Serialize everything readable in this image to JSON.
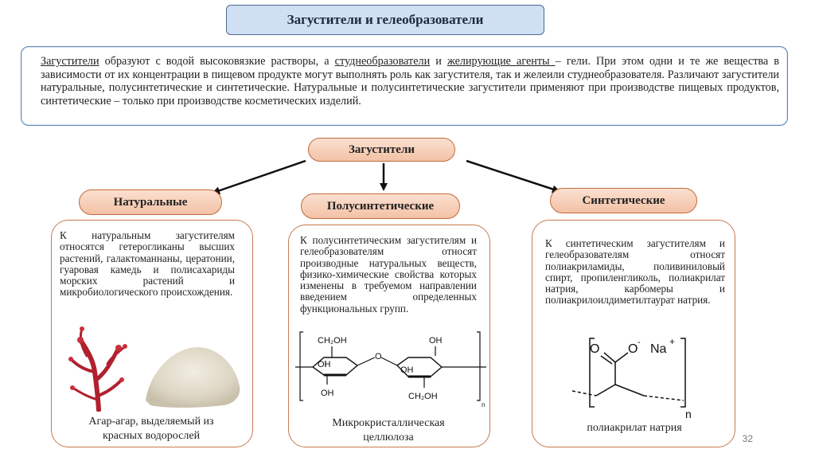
{
  "title": "Загустители и гелеобразователи",
  "intro": {
    "t1": "Загустители",
    "t2": " образуют с водой высоковязкие растворы, а ",
    "t3": "студнеобразователи",
    "t4": " и ",
    "t5": "желирующие агенты ",
    "t6": "– гели. При этом одни и те же вещества в зависимости от их концентрации в пищевом продукте могут выполнять роль как загустителя, так и желеили студнеобразователя. Различают загустители натуральные, полусинтетические и синтетические. Натуральные и полусинтетические загустители применяют при производстве пищевых продуктов, синтетические – только при производстве косметических изделий."
  },
  "center_label": "Загустители",
  "categories": {
    "natural": {
      "label": "Натуральные",
      "text": "К натуральным загустителям относятся гетерогликаны высших растений, галактоманнаны, цератонии, гуаровая камедь и полисахариды морских растений и микробиологического происхождения.",
      "caption1": "Агар-агар, выделяемый из",
      "caption2": "красных водорослей"
    },
    "semisynthetic": {
      "label": "Полусинтетические",
      "text": "К полусинтетическим загустителям и гелеобразователям относят производные натуральных веществ, физико-химические свойства которых изменены в требуемом направлении введением определенных функциональных групп.",
      "caption1": "Микрокристаллическая",
      "caption2": "целлюлоза",
      "formula": {
        "ch2oh_top": "CH₂OH",
        "oh1": "OH",
        "oh2": "OH",
        "oh3": "OH",
        "oh4": "OH",
        "o_bridge": "O",
        "ch2oh_bottom": "CH₂OH",
        "subscript": "n"
      }
    },
    "synthetic": {
      "label": "Синтетические",
      "text": "К синтетическим загустителям и гелеобразователям относят полиакриламиды, поливиниловый спирт, пропиленгликоль, полиакрилат натрия, карбомеры и полиакрилоилдиметилтаурат натрия.",
      "caption": "полиакрилат натрия",
      "formula": {
        "o": "O",
        "o_minus": "O",
        "minus": "-",
        "na": "Na",
        "plus": "+",
        "subscript": "n"
      }
    }
  },
  "page_number": "32",
  "colors": {
    "title_bg": "#cfe0f3",
    "pill_bg": "#f3c2a6",
    "card_border": "#c67a4e",
    "intro_border": "#5b86b8"
  }
}
